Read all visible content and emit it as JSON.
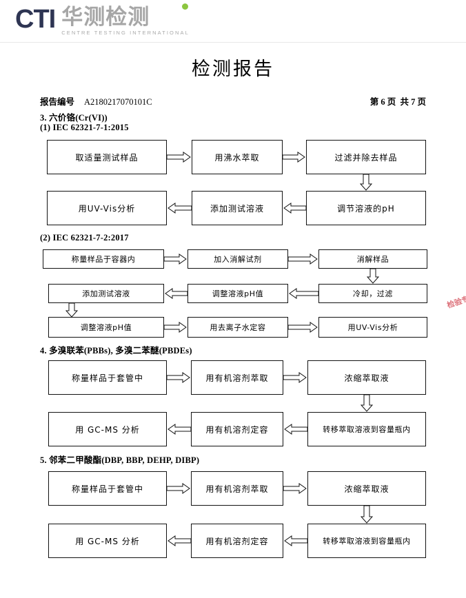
{
  "logo": {
    "cti": "CTI",
    "chinese": "华测检测",
    "english": "CENTRE TESTING INTERNATIONAL",
    "navy": "#2e3553",
    "green": "#8cc63f",
    "gray": "#a6a6a6"
  },
  "document": {
    "title": "检测报告",
    "report_no_label": "报告编号",
    "report_no": "A2180217070101C",
    "page_info": "第 6 页  共 7 页"
  },
  "sections": [
    {
      "heading": "3. 六价铬(Cr(VI))",
      "subheading": "(1) IEC 62321-7-1:2015",
      "boxes": [
        "取适量测试样品",
        "用沸水萃取",
        "过滤并除去样品",
        "用UV-Vis分析",
        "添加测试溶液",
        "调节溶液的pH"
      ]
    },
    {
      "heading": "(2) IEC 62321-7-2:2017",
      "boxes": [
        "称量样品于容器内",
        "加入消解试剂",
        "消解样品",
        "添加测试溶液",
        "调整溶液pH值",
        "冷却，过滤",
        "调整溶液pH值",
        "用去离子水定容",
        "用UV-Vis分析"
      ]
    },
    {
      "heading": "4. 多溴联苯(PBBs), 多溴二苯醚(PBDEs)",
      "boxes": [
        "称量样品于套管中",
        "用有机溶剂萃取",
        "浓缩萃取液",
        "用 GC-MS 分析",
        "用有机溶剂定容",
        "转移萃取溶液到容量瓶内"
      ]
    },
    {
      "heading": "5. 邻苯二甲酸酯(DBP, BBP, DEHP, DIBP)",
      "boxes": [
        "称量样品于套管中",
        "用有机溶剂萃取",
        "浓缩萃取液",
        "用 GC-MS 分析",
        "用有机溶剂定容",
        "转移萃取溶液到容量瓶内"
      ]
    }
  ],
  "watermark": {
    "color": "#cf3a46",
    "text": "检验专用"
  }
}
